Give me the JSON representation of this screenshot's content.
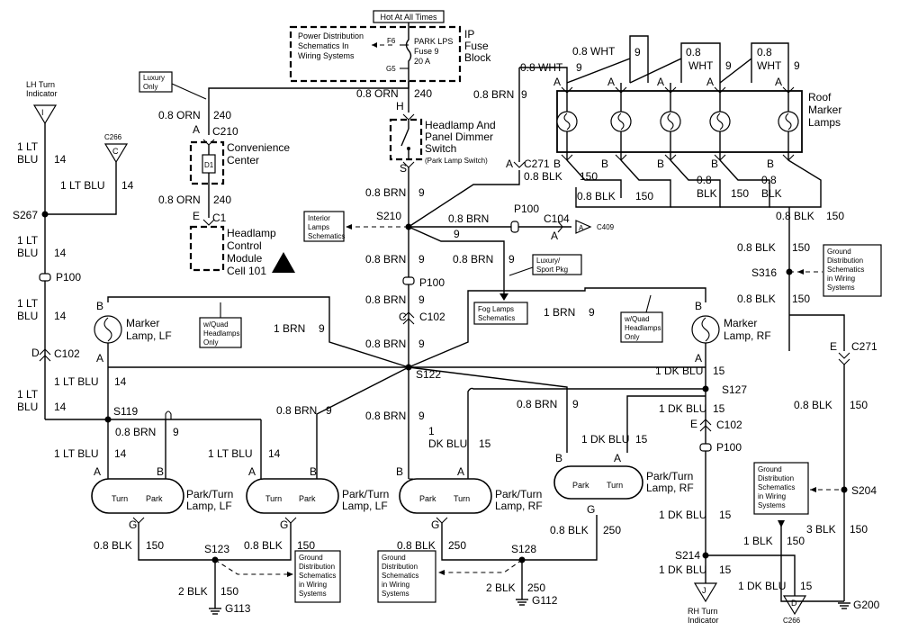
{
  "fuse": {
    "hot": "Hot At All Times",
    "pd1": "Power Distribution",
    "pd2": "Schematics In",
    "pd3": "Wiring Systems",
    "f6": "F6",
    "g5": "G5",
    "park1": "PARK LPS",
    "park2": "Fuse 9",
    "park3": "20 A",
    "ip1": "IP",
    "ip2": "Fuse",
    "ip3": "Block"
  },
  "notes": {
    "luxury1": "Luxury",
    "luxury2": "Only",
    "lux_sport1": "Luxury/",
    "lux_sport2": "Sport Pkg",
    "interior1": "Interior",
    "interior2": "Lamps",
    "interior3": "Schematics",
    "fog1": "Fog Lamps",
    "fog2": "Schematics",
    "quad1": "w/Quad",
    "quad2": "Headlamps",
    "quad3": "Only",
    "gd1": "Ground",
    "gd2": "Distribution",
    "gd3": "Schematics",
    "gd4": "in Wiring",
    "gd5": "Systems"
  },
  "components": {
    "conv1": "Convenience",
    "conv2": "Center",
    "d1": "D1",
    "hcm1": "Headlamp",
    "hcm2": "Control",
    "hcm3": "Module",
    "hcm4": "Cell 101",
    "sw1": "Headlamp And",
    "sw2": "Panel Dimmer",
    "sw3": "Switch",
    "sw4": "(Park Lamp Switch)",
    "roof1": "Roof",
    "roof2": "Marker",
    "roof3": "Lamps",
    "ml_lf1": "Marker",
    "ml_lf2": "Lamp, LF",
    "ml_rf1": "Marker",
    "ml_rf2": "Lamp, RF",
    "pt1": "Park/Turn",
    "pt_lf": "Lamp, LF",
    "pt_rf": "Lamp, RF",
    "turn": "Turn",
    "park": "Park",
    "lh1": "LH Turn",
    "lh2": "Indicator",
    "rh1": "RH Turn",
    "rh2": "Indicator"
  },
  "refs": {
    "I": "I",
    "C": "C",
    "J": "J",
    "D": "D",
    "A": "A",
    "B": "B",
    "E": "E",
    "G": "G",
    "H": "H",
    "S": "S",
    "c266": "C266",
    "c409": "C409",
    "c210": "C210",
    "c1": "C1",
    "c271": "C271",
    "c104": "C104",
    "c102": "C102",
    "p100": "P100",
    "s267": "S267",
    "s210": "S210",
    "s316": "S316",
    "s122": "S122",
    "s119": "S119",
    "s127": "S127",
    "s123": "S123",
    "s128": "S128",
    "s204": "S204",
    "s214": "S214",
    "g113": "G113",
    "g112": "G112",
    "g200": "G200"
  },
  "wires": {
    "orn08": "0.8 ORN",
    "wht08": "0.8 WHT",
    "brn08": "0.8 BRN",
    "blk08": "0.8 BLK",
    "blk1": "1 BLK",
    "blk2": "2 BLK",
    "brn1": "1 BRN",
    "ltblu1": "1 LT BLU",
    "lt1": "1 LT",
    "blu": "BLU",
    "dkblu1": "1 DK BLU",
    "one": "1",
    "dkblu": "DK BLU",
    "wht": "WHT",
    "blk": "BLK",
    "c240": "240",
    "c9": "9",
    "c14": "14",
    "c15": "15",
    "c150": "150",
    "c250": "250"
  }
}
